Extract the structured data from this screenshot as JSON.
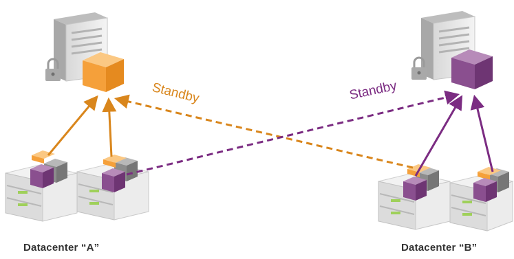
{
  "datacenters": {
    "a": {
      "label": "Datacenter “A”"
    },
    "b": {
      "label": "Datacenter “B”"
    }
  },
  "links": {
    "standby_a": {
      "label": "Standby",
      "color": "#d9861c"
    },
    "standby_b": {
      "label": "Standby",
      "color": "#7b2c82"
    }
  },
  "colors": {
    "orange": "#f5a03a",
    "purple": "#8a4f8f",
    "gray": "#8c8c8c",
    "server": "#e9e9e9"
  },
  "icons": [
    "server-tower-icon",
    "lock-icon",
    "orange-cube-icon",
    "purple-cube-icon",
    "rack-server-icon"
  ]
}
